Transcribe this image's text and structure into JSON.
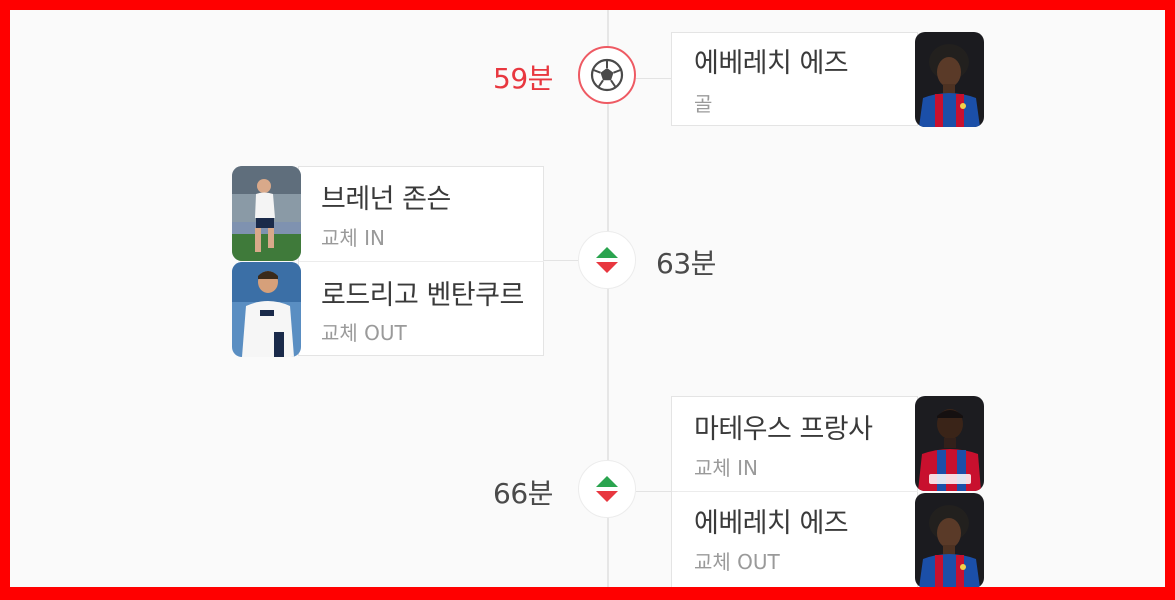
{
  "timeline": {
    "events": [
      {
        "minute_label": "59분",
        "type": "goal",
        "icon": "soccer-ball-icon",
        "minute_color": "#e8373f",
        "side": "right",
        "players": [
          {
            "name": "에베레치 에즈",
            "detail": "골",
            "photo": "player-photo-palace"
          }
        ]
      },
      {
        "minute_label": "63분",
        "type": "substitution",
        "icon": "substitution-arrows-icon",
        "side": "left",
        "players": [
          {
            "name": "브레넌 존슨",
            "detail": "교체 IN",
            "photo": "player-photo-spurs"
          },
          {
            "name": "로드리고 벤탄쿠르",
            "detail": "교체 OUT",
            "photo": "player-photo-spurs"
          }
        ]
      },
      {
        "minute_label": "66분",
        "type": "substitution",
        "icon": "substitution-arrows-icon",
        "side": "right",
        "players": [
          {
            "name": "마테우스 프랑사",
            "detail": "교체 IN",
            "photo": "player-photo-palace"
          },
          {
            "name": "에베레치 에즈",
            "detail": "교체 OUT",
            "photo": "player-photo-palace"
          }
        ]
      }
    ]
  },
  "colors": {
    "goal_accent": "#e8373f",
    "sub_in_arrow": "#2aa44f",
    "sub_out_arrow": "#e8373f",
    "timeline_line": "#e6e6e6",
    "frame_border": "#ff0000"
  }
}
